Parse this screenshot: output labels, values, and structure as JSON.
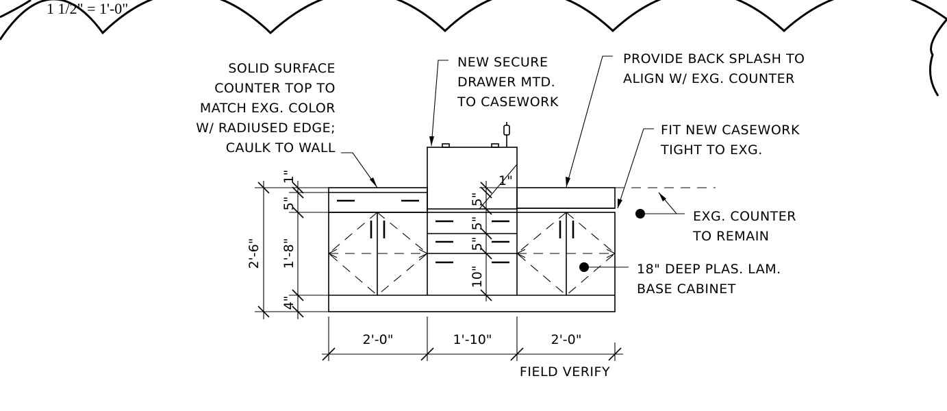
{
  "scale_label": "1 1/2\" = 1'-0\"",
  "notes": {
    "solid_surface": [
      "SOLID SURFACE",
      "COUNTER TOP TO",
      "MATCH EXG. COLOR",
      "W/ RADIUSED EDGE;",
      "CAULK TO WALL"
    ],
    "secure_drawer": [
      "NEW SECURE",
      "DRAWER MTD.",
      "TO CASEWORK"
    ],
    "back_splash": [
      "PROVIDE BACK SPLASH TO",
      "ALIGN W/ EXG. COUNTER"
    ],
    "fit_casework": [
      "FIT NEW CASEWORK",
      "TIGHT TO EXG."
    ],
    "exg_counter": [
      "EXG. COUNTER",
      "TO REMAIN"
    ],
    "base_cabinet": [
      "18\" DEEP PLAS. LAM.",
      "BASE CABINET"
    ],
    "field_verify": "FIELD VERIFY"
  },
  "dimensions": {
    "overall_height": "2'-6\"",
    "left_1": "1\"",
    "left_5": "5\"",
    "left_18": "1'-8\"",
    "left_4": "4\"",
    "mid_1": "1\"",
    "mid_5a": "5\"",
    "mid_5b": "5\"",
    "mid_5c": "5\"",
    "mid_10": "10\"",
    "bottom_left": "2'-0\"",
    "bottom_mid": "1'-10\"",
    "bottom_right": "2'-0\""
  }
}
